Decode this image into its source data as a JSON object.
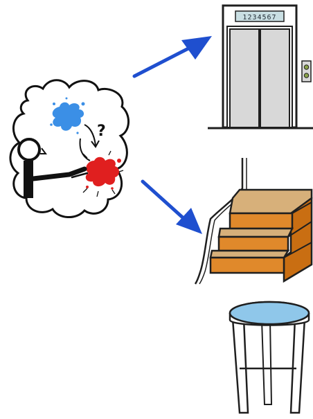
{
  "illustration": {
    "choice_symbol": "choice-icon",
    "question_mark": "?",
    "options": [
      {
        "name": "elevator",
        "display_text": "1234567"
      },
      {
        "name": "stairs"
      },
      {
        "name": "stool"
      }
    ]
  },
  "colors": {
    "arrow": "#1f4fcf",
    "elevator_frame": "#1f1f1f",
    "elevator_door": "#d8d8d8",
    "elevator_panel": "#c9dfe3",
    "stairs_top": "#d7b07a",
    "stairs_front": "#e0892b",
    "stairs_side": "#c96e12",
    "stool_seat": "#8fc7ea",
    "stool_legs": "#ffffff",
    "splash_blue": "#3b8fe6",
    "splash_red": "#e01f1f"
  }
}
